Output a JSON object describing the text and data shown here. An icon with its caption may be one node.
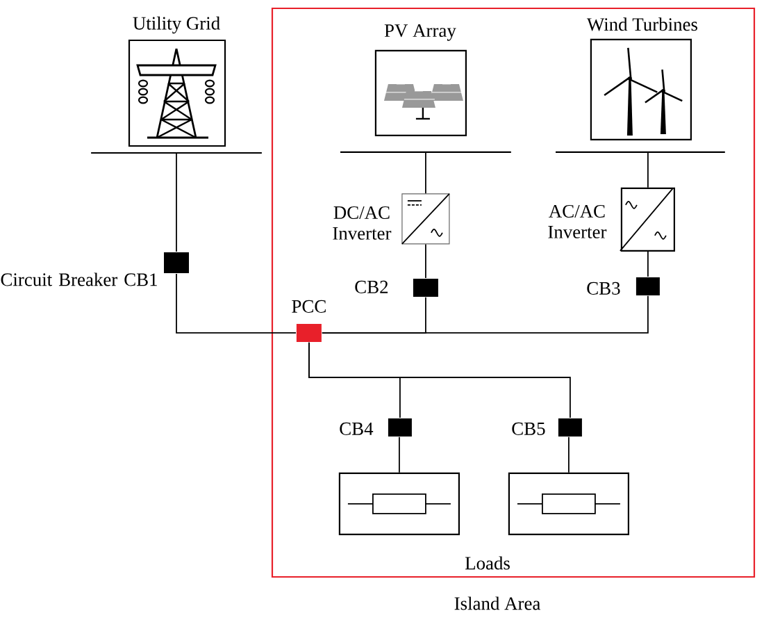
{
  "diagram": {
    "nodes": [
      {
        "text": [
          "Island Area"
        ]
      },
      {
        "text": [
          "Utility Grid"
        ]
      },
      {
        "text": [],
        "shape": "bar"
      },
      {
        "text": [
          "Circuit Breaker CB1"
        ]
      },
      {
        "text": [
          "PV Array"
        ],
        "in": 0
      },
      {
        "text": [],
        "shape": "bar",
        "in": 0
      },
      {
        "text": [
          "DC/AC Inverter"
        ],
        "in": 0
      },
      {
        "text": [
          "CB2"
        ],
        "in": 0
      },
      {
        "text": [
          "Wind Turbines"
        ],
        "in": 0
      },
      {
        "text": [],
        "shape": "bar",
        "in": 0
      },
      {
        "text": [
          "AC/AC Inverter"
        ],
        "in": 0
      },
      {
        "text": [
          "CB3"
        ],
        "in": 0
      },
      {
        "text": [
          "PCC"
        ],
        "in": 0
      },
      {
        "text": [
          "CB4"
        ],
        "in": 0
      },
      {
        "text": [
          "CB5"
        ],
        "in": 0
      },
      {
        "text": [],
        "shape": "box",
        "in": 0
      },
      {
        "text": [],
        "shape": "box",
        "in": 0
      }
    ],
    "edges": [
      {
        "from": 2,
        "to": 3,
        "arrow": "none"
      },
      {
        "from": 3,
        "to": 12,
        "arrow": "none"
      },
      {
        "from": 5,
        "to": 6,
        "arrow": "none"
      },
      {
        "from": 6,
        "to": 7,
        "arrow": "none"
      },
      {
        "from": 7,
        "to": 12,
        "arrow": "none"
      },
      {
        "from": 9,
        "to": 10,
        "arrow": "none"
      },
      {
        "from": 10,
        "to": 11,
        "arrow": "none"
      },
      {
        "from": 11,
        "to": 12,
        "arrow": "none"
      },
      {
        "from": 12,
        "to": 13,
        "arrow": "none"
      },
      {
        "from": 12,
        "to": 14,
        "arrow": "none"
      },
      {
        "from": 13,
        "to": 15,
        "arrow": "none"
      },
      {
        "from": 14,
        "to": 16,
        "arrow": "none"
      }
    ],
    "labels": [
      "Loads"
    ]
  }
}
